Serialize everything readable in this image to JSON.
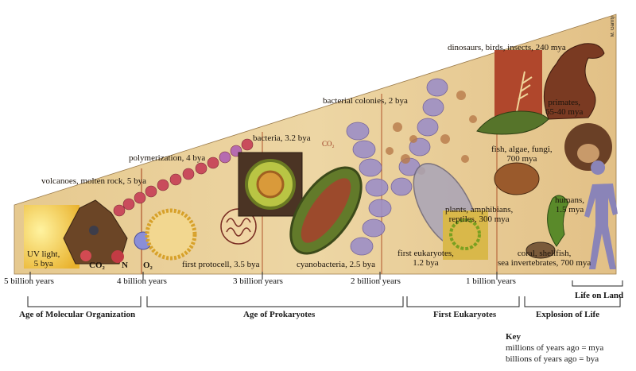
{
  "labels": {
    "uv_light": "UV light,",
    "uv_light_2": "5 bya",
    "volcanoes": "volcanoes, molten rock, 5 bya",
    "polymerization": "polymerization, 4 bya",
    "first_protocell": "first protocell, 3.5 bya",
    "bacteria": "bacteria, 3.2 bya",
    "bacterial_colonies": "bacterial colonies, 2 bya",
    "cyanobacteria": "cyanobacteria, 2.5 bya",
    "first_eukaryotes": "first eukaryotes,",
    "first_eukaryotes_2": "1.2 bya",
    "dinosaurs": "dinosaurs, birds, insects, 240 mya",
    "primates": "primates,",
    "primates_2": "65-40 mya",
    "fish": "fish, algae, fungi,",
    "fish_2": "700 mya",
    "plants": "plants, amphibians,",
    "plants_2": "reptiles, 300 mya",
    "humans": "humans,",
    "humans_2": "1.5 mya",
    "coral": "coral, shellfish,",
    "coral_2": "sea invertebrates, 700 mya",
    "co2": "CO₂",
    "n": "N",
    "o2": "O₂",
    "co2_small": "CO₂"
  },
  "timeline": {
    "ticks": [
      "5 billion years",
      "4 billion years",
      "3 billion years",
      "2 billion years",
      "1 billion years"
    ],
    "life_on_land": "Life on Land"
  },
  "ages": [
    "Age of Molecular Organization",
    "Age of Prokaryotes",
    "First Eukaryotes",
    "Explosion of Life"
  ],
  "key": {
    "title": "Key",
    "mya": "millions of years ago = mya",
    "bya": "billions of years ago = bya"
  },
  "signature": "M. Garrity",
  "colors": {
    "parchment": "#e9cf9b",
    "divider": "#b0552c",
    "panel_yellow": "#f1c84a",
    "ruler": "#222222"
  }
}
